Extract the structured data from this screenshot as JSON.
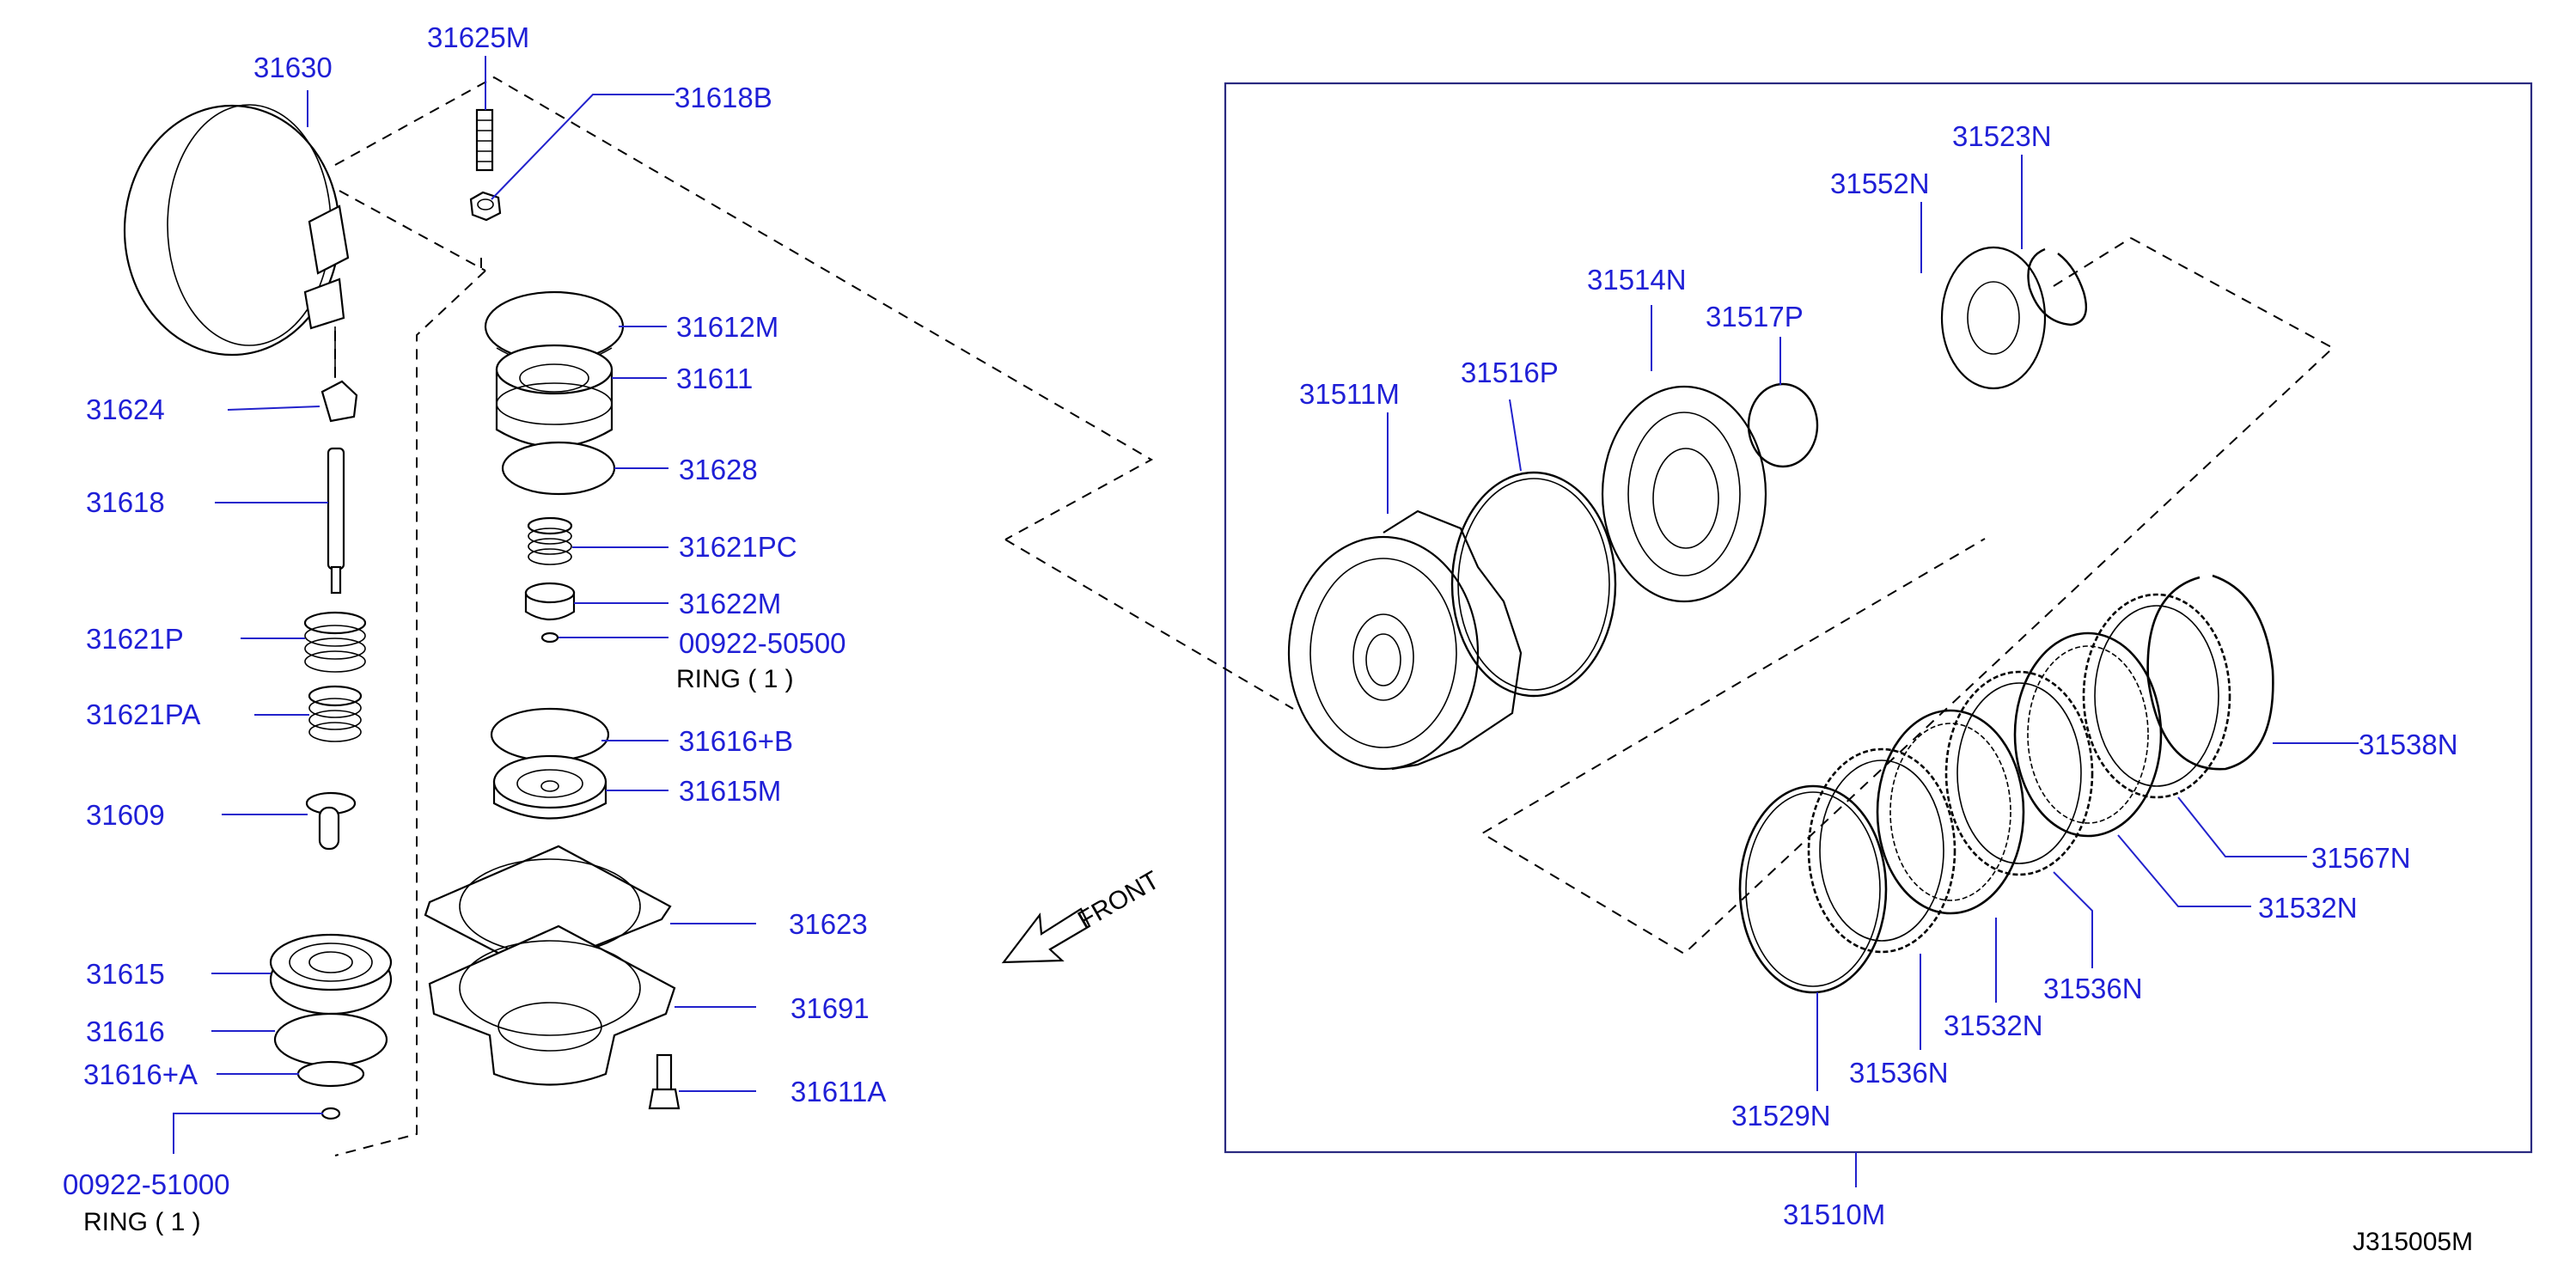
{
  "labels": {
    "p31630": "31630",
    "p31625M": "31625M",
    "p31618B": "31618B",
    "p31612M": "31612M",
    "p31611": "31611",
    "p31628": "31628",
    "p31621PC": "31621PC",
    "p31622M": "31622M",
    "p00922_50500": "00922-50500",
    "p31624": "31624",
    "p31618": "31618",
    "p31621P": "31621P",
    "p31621PA": "31621PA",
    "p31609": "31609",
    "p31616B": "31616+B",
    "p31615M": "31615M",
    "p31623": "31623",
    "p31691": "31691",
    "p31611A": "31611A",
    "p31615": "31615",
    "p31616": "31616",
    "p31616A": "31616+A",
    "p00922_51000": "00922-51000",
    "p31511M": "31511M",
    "p31516P": "31516P",
    "p31514N": "31514N",
    "p31517P": "31517P",
    "p31552N": "31552N",
    "p31523N": "31523N",
    "p31538N": "31538N",
    "p31567N": "31567N",
    "p31532N_a": "31532N",
    "p31536N_a": "31536N",
    "p31532N_b": "31532N",
    "p31536N_b": "31536N",
    "p31529N": "31529N",
    "p31510M": "31510M"
  },
  "notes": {
    "ring_1": "RING ( 1 )",
    "ring_2": "RING ( 1 )",
    "front": "FRONT",
    "diagram_code": "J315005M"
  },
  "colors": {
    "label": "#1f1fd6",
    "line": "#000000",
    "box": "#2a2a80"
  }
}
